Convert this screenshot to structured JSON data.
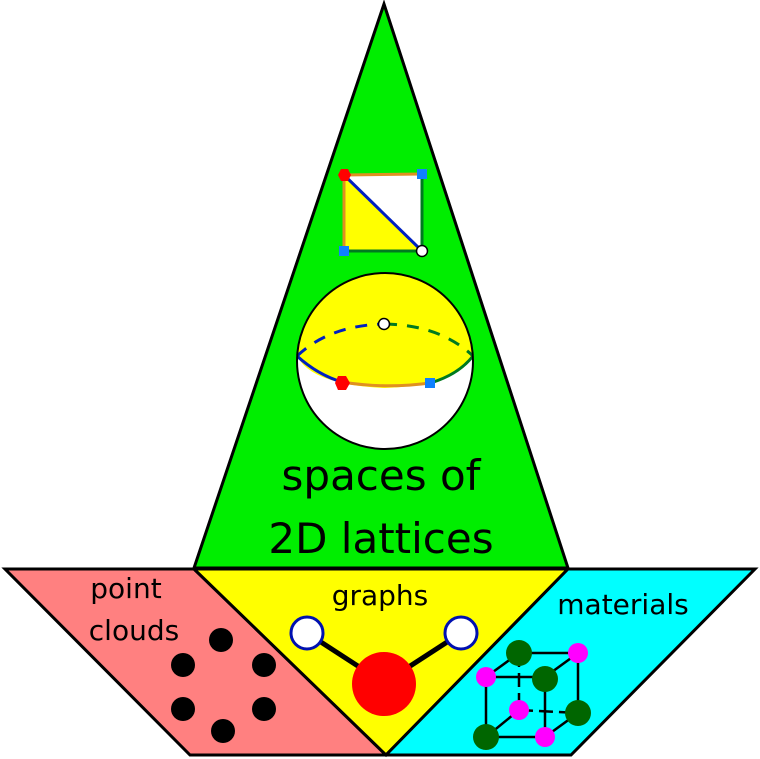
{
  "diagram": {
    "top": {
      "title_line1": "spaces of",
      "title_line2": "2D lattices",
      "fill": "#00ee00"
    },
    "bottom": [
      {
        "id": "point-clouds",
        "line1": "point",
        "line2": "clouds",
        "fill": "#ff8080"
      },
      {
        "id": "graphs",
        "label": "graphs",
        "fill": "#ffff00"
      },
      {
        "id": "materials",
        "label": "materials",
        "fill": "#00ffff"
      }
    ],
    "colors": {
      "outline": "#000000",
      "orange_edge": "#e09020",
      "blue_edge": "#0020c0",
      "green_edge": "#007a20",
      "red_vertex": "#ff0000",
      "blue_vertex": "#1080ff",
      "yellow_fill": "#ffff00",
      "white": "#ffffff",
      "dark_green_atom": "#006600",
      "magenta_atom": "#ff00ff"
    }
  }
}
